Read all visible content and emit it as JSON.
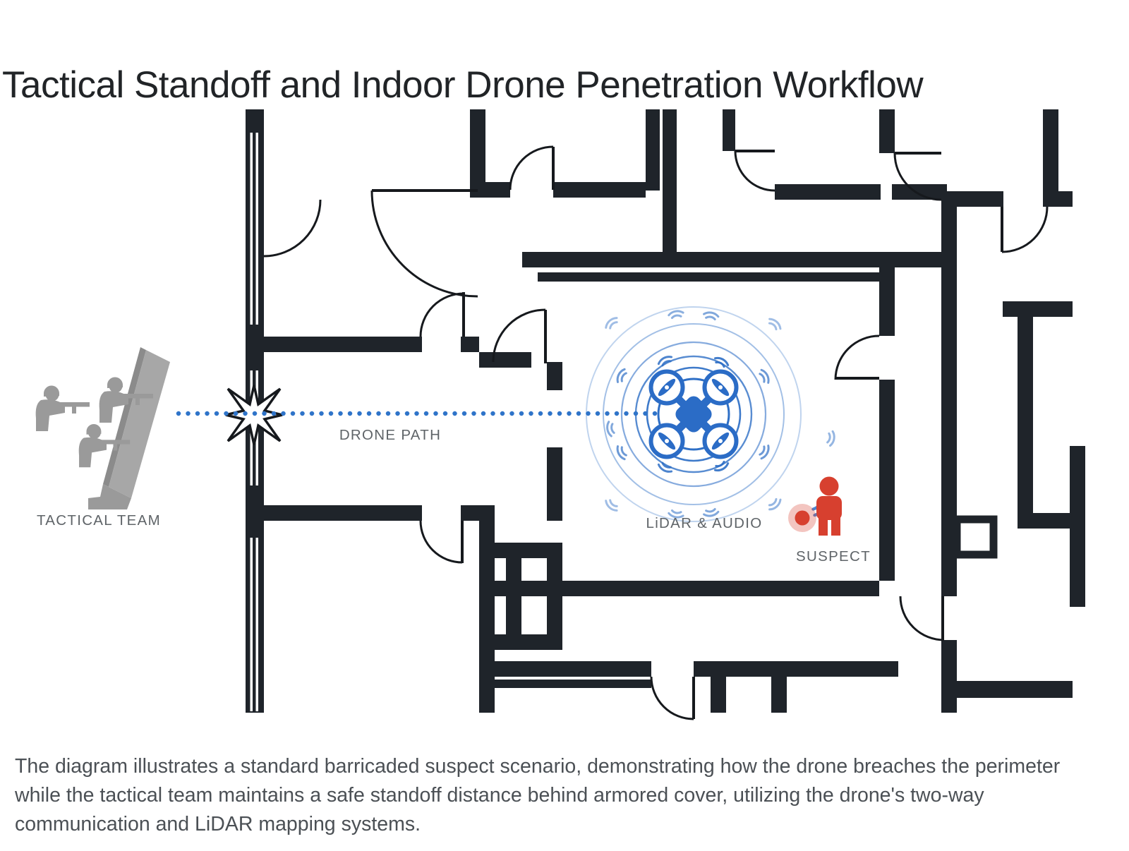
{
  "title": "Tactical Standoff and Indoor Drone Penetration Workflow",
  "caption": {
    "line1": "The diagram illustrates a standard barricaded suspect scenario, demonstrating how the drone breaches the perimeter",
    "line2": "while the tactical team maintains a safe standoff distance behind armored cover, utilizing the drone's two-way",
    "line3": "communication and LiDAR mapping systems."
  },
  "diagram": {
    "labels": {
      "tactical_team": "TACTICAL TEAM",
      "drone_path": "DRONE PATH",
      "lidar_audio": "LiDAR & AUDIO",
      "suspect": "SUSPECT"
    },
    "icons": {
      "team": "tactical-team-icon",
      "barrier": "armored-cover-icon",
      "breach": "breach-point-star-icon",
      "drone": "quadcopter-drone-icon",
      "rings": "lidar-audio-rings-icon",
      "suspect": "suspect-person-icon",
      "suspect_dot": "suspect-location-dot-icon"
    },
    "colors": {
      "wall": "#1f242a",
      "wall_outline": "#16191d",
      "path_blue": "#2f74c9",
      "ring_blue": "#2e6fc6",
      "drone_blue": "#2b6cc6",
      "suspect_red": "#d7402f",
      "team_gray": "#9a9a9a",
      "label_gray": "#5f6468"
    }
  }
}
